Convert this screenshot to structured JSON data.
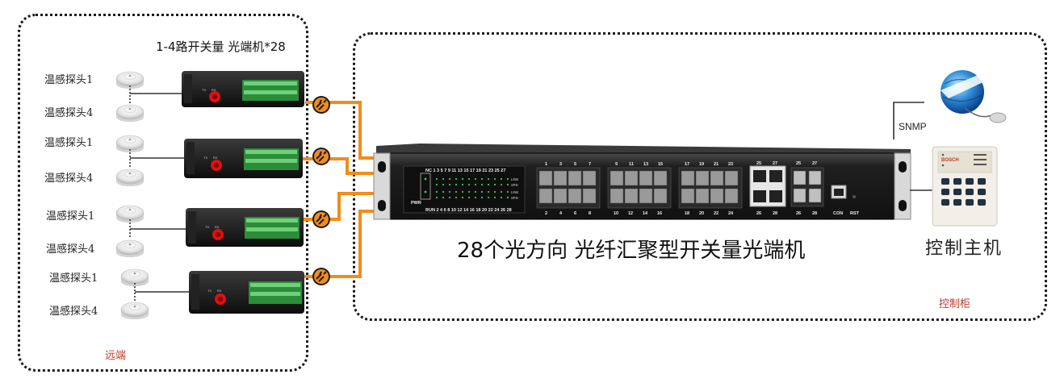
{
  "remote": {
    "title": "1-4路开关量 光端机*28",
    "footer": "远端",
    "units": [
      {
        "probe_top": "温感探头1",
        "probe_bottom": "温感探头4"
      },
      {
        "probe_top": "温感探头1",
        "probe_bottom": "温感探头4"
      },
      {
        "probe_top": "温感探头1",
        "probe_bottom": "温感探头4"
      },
      {
        "probe_top": "温感探头1",
        "probe_bottom": "温感探头4"
      }
    ],
    "device_port_labels": [
      "TX",
      "RX"
    ]
  },
  "cabinet": {
    "footer": "控制柜",
    "title": "28个光方向 光纤汇聚型开关量光端机",
    "host_label": "控制主机",
    "snmp_label": "SNMP"
  },
  "switch_panel": {
    "top_numbers": "NC 1 3 5 7 9 11 13 15 17 19 21 23 25 27",
    "bottom_numbers": "RUN 2 4 6 8 10 12 14 16 18 20 22 24 26 28",
    "pwr": "PWR",
    "indicators": [
      "LINK",
      "SPD",
      "LINK",
      "SPD"
    ],
    "group1_top": [
      "1",
      "3",
      "5",
      "7"
    ],
    "group1_bottom": [
      "2",
      "4",
      "6",
      "8"
    ],
    "group2_top": [
      "9",
      "11",
      "13",
      "15"
    ],
    "group2_bottom": [
      "10",
      "12",
      "14",
      "16"
    ],
    "group3_top": [
      "17",
      "19",
      "21",
      "23"
    ],
    "group3_bottom": [
      "18",
      "20",
      "22",
      "24"
    ],
    "rj45_top": [
      "25",
      "27"
    ],
    "rj45_bottom": [
      "26",
      "28"
    ],
    "sfp_top": [
      "25",
      "27"
    ],
    "sfp_bottom": [
      "26",
      "28"
    ],
    "con": "CON",
    "rst": "RST"
  },
  "keypad": {
    "brand": "BOSCH"
  },
  "colors": {
    "fiber": "#f28c1a",
    "border": "#1a1a1a",
    "accent_red": "#c0392b"
  }
}
